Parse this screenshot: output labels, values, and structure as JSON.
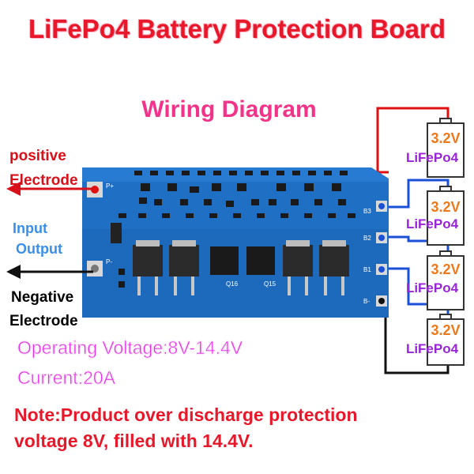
{
  "title": "LiFePo4 Battery Protection Board",
  "subtitle": "Wiring Diagram",
  "labels": {
    "positive_line1": "positive",
    "positive_line2": "Electrode",
    "input": "Input",
    "output": "Output",
    "negative_line1": "Negative",
    "negative_line2": "Electrode"
  },
  "specs": {
    "voltage": "Operating Voltage:8V-14.4V",
    "current": "Current:20A"
  },
  "note": {
    "line1": "Note:Product over discharge protection",
    "line2": "voltage 8V, filled with 14.4V."
  },
  "cells": [
    {
      "voltage": "3.2V",
      "chemistry": "LiFePo4"
    },
    {
      "voltage": "3.2V",
      "chemistry": "LiFePo4"
    },
    {
      "voltage": "3.2V",
      "chemistry": "LiFePo4"
    },
    {
      "voltage": "3.2V",
      "chemistry": "LiFePo4"
    }
  ],
  "board_markings": {
    "p_plus": "P+",
    "p_minus": "P-",
    "b3": "B3",
    "b2": "B2",
    "b1": "B1",
    "b_minus": "B-",
    "q16": "Q16",
    "q15": "Q15"
  },
  "colors": {
    "board": "#1f6fc4",
    "board_dark": "#0f4f9a",
    "wire_positive": "#e01010",
    "wire_balance": "#1a4fd8",
    "wire_negative": "#111111"
  }
}
